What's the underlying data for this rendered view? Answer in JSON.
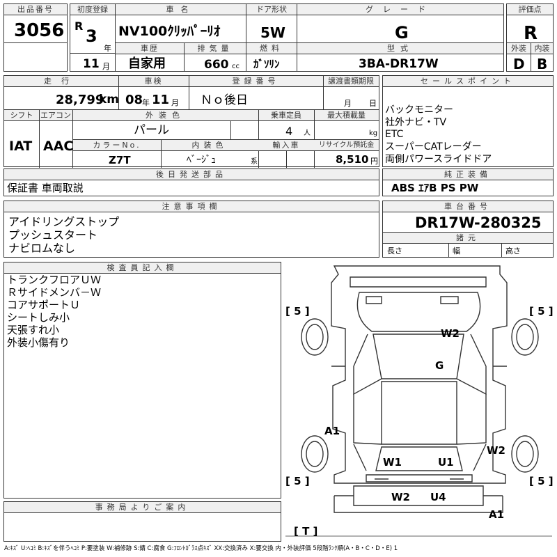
{
  "sheet": {
    "lot_label": "出品番号",
    "lot_number": "3056",
    "first_reg_label": "初度登録",
    "era": "R",
    "reg_year": "3",
    "year_unit": "年",
    "reg_month": "11",
    "month_unit": "月",
    "car_name_label": "車名",
    "car_name": "NV100ｸﾘｯﾊﾟｰﾘｵ",
    "door_label": "ドア形状",
    "door": "5W",
    "grade_label": "グレード",
    "grade": "G",
    "score_label": "評価点",
    "score": "R",
    "history_label": "車歴",
    "history": "自家用",
    "displacement_label": "排気量",
    "displacement": "660",
    "displacement_unit": "cc",
    "fuel_label": "燃料",
    "fuel": "ｶﾞｿﾘﾝ",
    "model_label": "型式",
    "model": "3BA-DR17W",
    "exterior_label": "外装",
    "exterior_grade": "D",
    "interior_label": "内装",
    "interior_grade": "B",
    "mileage_label": "走行",
    "mileage": "28,799",
    "mileage_unit": "km",
    "inspection_label": "車検",
    "inspection_year": "08",
    "inspection_month": "11",
    "reg_number_label": "登録番号",
    "reg_number": "Ｎｏ後日",
    "transfer_label": "譲渡書類期限",
    "transfer_month_unit": "月",
    "transfer_day_unit": "日",
    "shift_label": "シフト",
    "shift": "IAT",
    "ac_label": "エアコン",
    "ac": "AAC",
    "color_label": "外装色",
    "color": "パール",
    "capacity_label": "乗車定員",
    "capacity": "4",
    "capacity_unit": "人",
    "max_load_label": "最大積載量",
    "max_load_unit": "kg",
    "color_no_label": "カラーNo.",
    "color_no": "Z7T",
    "interior_color_label": "内装色",
    "interior_color": "ﾍﾞｰｼﾞｭ",
    "interior_color_unit": "系",
    "import_label": "輸入車",
    "recycle_label": "リサイクル預託金",
    "recycle": "8,510",
    "recycle_unit": "円",
    "later_parts_label": "後日発送部品",
    "later_parts": "保証書 車両取説",
    "sales_points_label": "セールスポイント",
    "sales_points": [
      "バックモニター",
      "社外ナビ・TV",
      "ETC",
      "スーパーCATレーダー",
      "両側パワースライドドア"
    ],
    "equipment_label": "純正装備",
    "equipment": "ABS ｴｱB PS PW",
    "notes_label": "注意事項欄",
    "notes": [
      "アイドリングストップ",
      "プッシュスタート",
      "ナビロムなし"
    ],
    "chassis_label": "車台番号",
    "chassis": "DR17W-280325",
    "specs_label": "諸元",
    "length_label": "長さ",
    "width_label": "幅",
    "height_label": "高さ",
    "inspector_label": "検査員記入欄",
    "inspector_notes": [
      "トランクフロアＵＷ",
      "Ｒサイドメンバ－Ｗ",
      "コアサポートＵ",
      "シートしみ小",
      "天張すれ小",
      "外装小傷有り"
    ],
    "office_label": "事務局よりご案内",
    "legend": "A:ｷｽﾞ U:ﾍｺﾐ B:ｷｽﾞを伴うﾍｺﾐ P:要塗装 W:補修跡 S:錆 C:腐食 G:ﾌﾛﾝﾄｶﾞﾗｽ点ｷｽﾞ XX:交換済み X:要交換 内・外装評価 5段階ﾗﾝｸ順(A・B・C・D・E) 1"
  },
  "diagram": {
    "tire_fl": "[ 5 ]",
    "tire_fr": "[ 5 ]",
    "tire_rl": "[ 5 ]",
    "tire_rr": "[ 5 ]",
    "spare": "[ T ]",
    "marks": {
      "w2_upper": "W2",
      "g": "G",
      "a1_left": "A1",
      "w2_right": "W2",
      "w1": "W1",
      "u1": "U1",
      "w2_lower": "W2",
      "u4": "U4",
      "a1_bottom": "A1"
    }
  }
}
